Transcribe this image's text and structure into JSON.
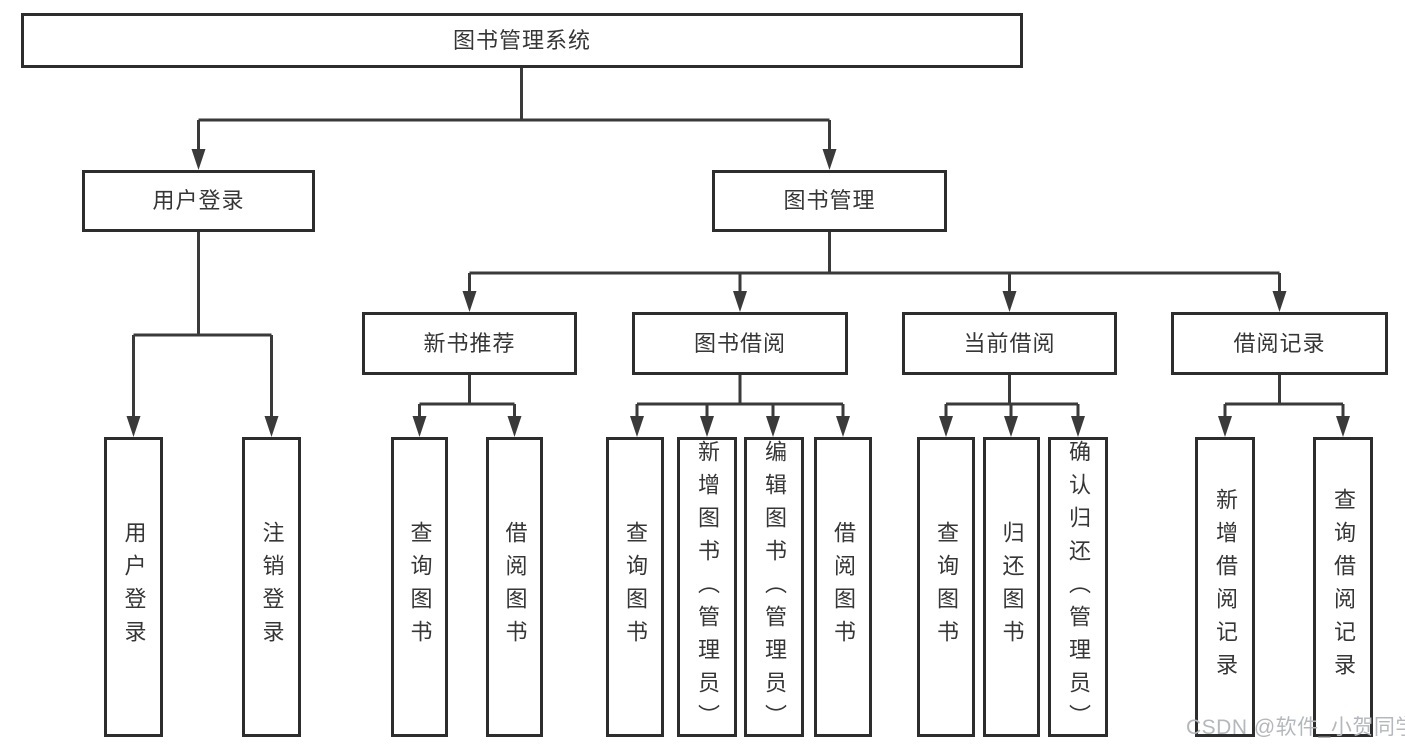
{
  "diagram": {
    "type": "hierarchy-tree",
    "title": "图书管理系统",
    "nodes": {
      "root": "图书管理系统",
      "user_login": "用户登录",
      "book_management": "图书管理",
      "new_book_rec": "新书推荐",
      "book_borrowing": "图书借阅",
      "current_borrowing": "当前借阅",
      "borrowing_records": "借阅记录",
      "ul_user_login": "用户登录",
      "ul_logout": "注销登录",
      "nb_query_books": "查询图书",
      "nb_borrow_books": "借阅图书",
      "bb_query_books": "查询图书",
      "bb_add_books": "新增图书（管理员）",
      "bb_edit_books": "编辑图书（管理员）",
      "bb_borrow_books": "借阅图书",
      "cb_query_books": "查询图书",
      "cb_return_books": "归还图书",
      "cb_confirm_return": "确认归还（管理员）",
      "br_add_record": "新增借阅记录",
      "br_query_record": "查询借阅记录"
    },
    "hierarchy": {
      "root": [
        "user_login",
        "book_management"
      ],
      "user_login": [
        "ul_user_login",
        "ul_logout"
      ],
      "book_management": [
        "new_book_rec",
        "book_borrowing",
        "current_borrowing",
        "borrowing_records"
      ],
      "new_book_rec": [
        "nb_query_books",
        "nb_borrow_books"
      ],
      "book_borrowing": [
        "bb_query_books",
        "bb_add_books",
        "bb_edit_books",
        "bb_borrow_books"
      ],
      "current_borrowing": [
        "cb_query_books",
        "cb_return_books",
        "cb_confirm_return"
      ],
      "borrowing_records": [
        "br_add_record",
        "br_query_record"
      ]
    },
    "colors": {
      "box_border": "#2d2d2d",
      "connector_line": "#3a3a3a",
      "text": "#363636",
      "background": "#ffffff",
      "watermark_text": "#b4b8bc"
    }
  },
  "watermark": {
    "text": "CSDN @软件_小贺同学"
  }
}
